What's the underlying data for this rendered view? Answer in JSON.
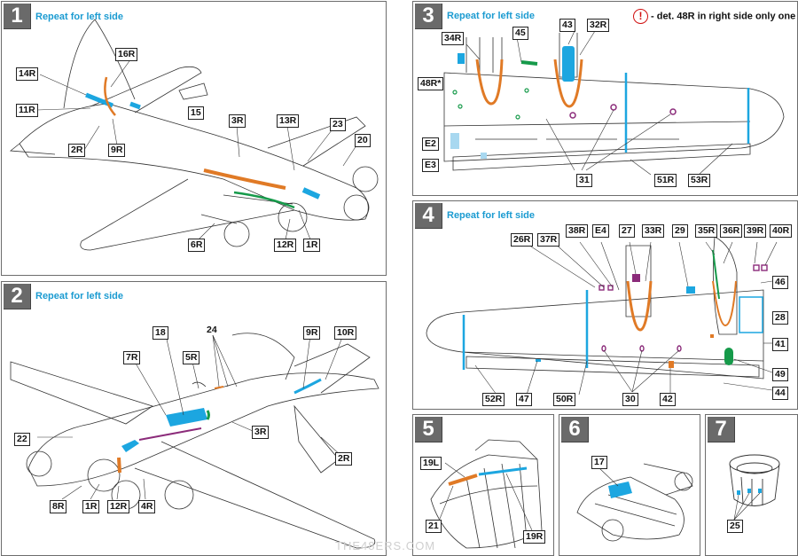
{
  "steps": [
    {
      "num": "1",
      "note": "Repeat for left side",
      "labels": [
        "16R",
        "14R",
        "11R",
        "2R",
        "9R",
        "15",
        "3R",
        "13R",
        "23",
        "20",
        "6R",
        "12R",
        "1R"
      ]
    },
    {
      "num": "2",
      "note": "Repeat for left side",
      "labels": [
        "18",
        "24",
        "9R",
        "10R",
        "7R",
        "5R",
        "22",
        "3R",
        "2R",
        "8R",
        "1R",
        "12R",
        "4R"
      ]
    },
    {
      "num": "3",
      "note": "Repeat for left side",
      "warning": "- det. 48R in right side only one",
      "labels": [
        "45",
        "43",
        "32R",
        "34R",
        "48R*",
        "E2",
        "E3",
        "31",
        "51R",
        "53R"
      ]
    },
    {
      "num": "4",
      "note": "Repeat for left side",
      "labels": [
        "26R",
        "37R",
        "38R",
        "E4",
        "27",
        "33R",
        "29",
        "35R",
        "36R",
        "39R",
        "40R",
        "46",
        "28",
        "41",
        "49",
        "44",
        "52R",
        "47",
        "50R",
        "30",
        "42"
      ]
    },
    {
      "num": "5",
      "labels": [
        "19L",
        "21",
        "19R"
      ]
    },
    {
      "num": "6",
      "labels": [
        "17"
      ]
    },
    {
      "num": "7",
      "labels": [
        "25"
      ]
    }
  ],
  "colors": {
    "blue": "#1ca6e0",
    "orange": "#e07a26",
    "purple": "#8b2b7a",
    "green": "#169a4a",
    "label_border": "#222222"
  },
  "watermark": "THE48ERS.COM"
}
